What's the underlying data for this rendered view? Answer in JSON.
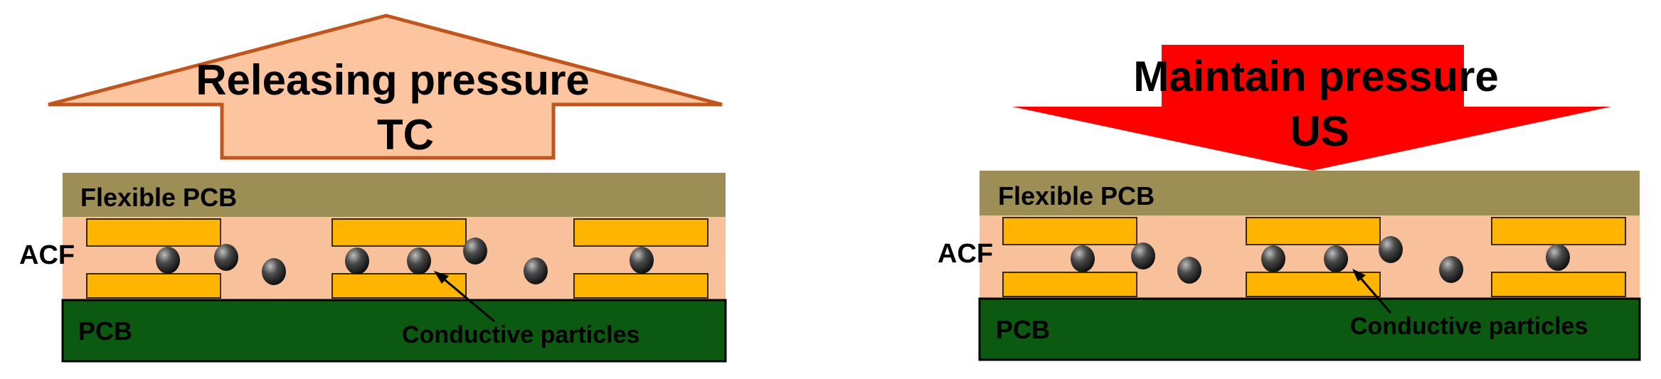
{
  "left_panel": {
    "arrow_line1": "Releasing pressure",
    "arrow_line2": "TC",
    "flex_label": "Flexible PCB",
    "acf_label": "ACF",
    "pcb_label": "PCB",
    "particles_label": "Conductive particles"
  },
  "right_panel": {
    "arrow_line1": "Maintain pressure",
    "arrow_line2": "US",
    "flex_label": "Flexible PCB",
    "acf_label": "ACF",
    "pcb_label": "PCB",
    "particles_label": "Conductive particles"
  },
  "colors": {
    "up_arrow_fill": "#FCC5A0",
    "up_arrow_stroke": "#C0561E",
    "down_arrow_fill": "#FF0000",
    "flexible_pcb": "#9C8E55",
    "acf": "#F9C19B",
    "pad": "#FFB400",
    "pcb": "#0C5A12",
    "particle": "#2B2B2B"
  }
}
